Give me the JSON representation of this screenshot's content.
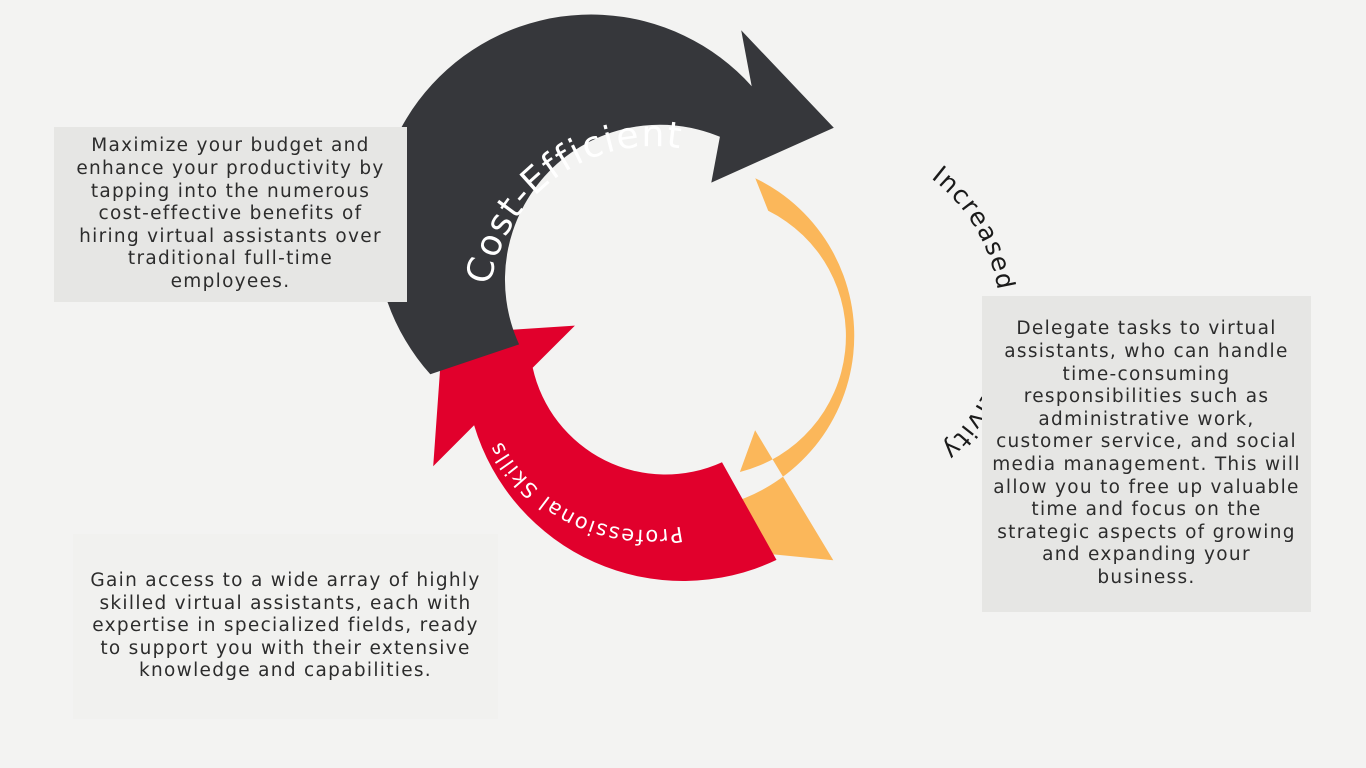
{
  "cycle": {
    "segments": [
      {
        "id": "cost",
        "label": "Cost-Efficient",
        "color": "#36373b",
        "text_color": "#ffffff"
      },
      {
        "id": "productivity",
        "label": "Increased Productivity",
        "color": "#fbb75a",
        "text_color": "#1a1a1a"
      },
      {
        "id": "skills",
        "label": "Professional Skills",
        "color": "#e1002c",
        "text_color": "#ffffff"
      }
    ]
  },
  "descriptions": {
    "cost": "Maximize your budget and enhance your productivity by tapping into the numerous cost-effective benefits of hiring virtual assistants over traditional full-time employees.",
    "productivity": "Delegate tasks to virtual assistants, who can handle time-consuming responsibilities such as administrative work, customer service, and social media management. This will allow you to free up valuable time and focus on the strategic aspects of growing and expanding your business.",
    "skills": "Gain access to a wide array of highly skilled virtual assistants, each with expertise in specialized fields, ready to support you with their extensive knowledge and capabilities."
  },
  "colors": {
    "background": "#f3f3f2",
    "box_fill": "#e6e6e4",
    "body_text": "#2c2c2c"
  }
}
